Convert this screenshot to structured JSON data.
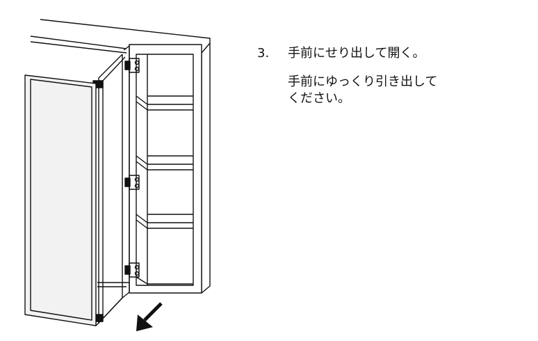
{
  "instruction": {
    "step_number": "3.",
    "title": "手前にせり出して開く。",
    "body_lines": [
      "手前にゆっくり引き出して",
      "ください。"
    ]
  },
  "illustration": {
    "subject": "cabinet-with-pull-out-door-hinges",
    "arrow": "arrow-down-left-icon",
    "colors": {
      "line": "#111111",
      "door_panel": "#f2f2f2",
      "background": "#ffffff"
    }
  }
}
